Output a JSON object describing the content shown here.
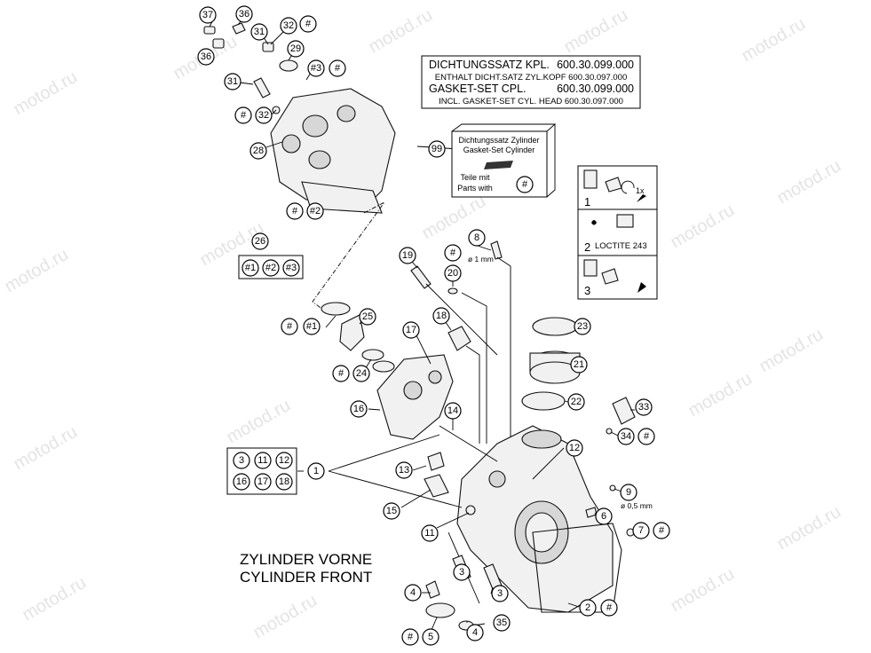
{
  "watermark": "motod.ru",
  "gasket_label": {
    "line1_text": "DICHTUNGSSATZ KPL.",
    "line1_num": "600.30.099.000",
    "line2": "ENTHALT DICHT.SATZ ZYL.KOPF 600.30.097.000",
    "line3_text": "GASKET-SET CPL.",
    "line3_num": "600.30.099.000",
    "line4": "INCL. GASKET-SET CYL. HEAD 600.30.097.000"
  },
  "kit_box": {
    "callout": "99",
    "line1": "Dichtungssatz Zylinder",
    "line2": "Gasket-Set Cylinder",
    "line3": "Teile mit",
    "line4": "Parts with",
    "hash": "#"
  },
  "steps": {
    "s1_num": "1",
    "s1_label": "1x",
    "s2_num": "2",
    "s2_label": "LOCTITE 243",
    "s3_num": "3"
  },
  "title": {
    "line1": "ZYLINDER VORNE",
    "line2": "CYLINDER FRONT"
  },
  "dims": {
    "d8": "ø 1 mm",
    "d9": "ø 0,5 mm"
  },
  "group26": [
    "#1",
    "#2",
    "#3"
  ],
  "group1": [
    "3",
    "11",
    "12",
    "16",
    "17",
    "18"
  ],
  "callouts": {
    "c37": "37",
    "c36a": "36",
    "c36b": "36",
    "c31a": "31",
    "c31b": "31",
    "c32a": "32",
    "c32b": "32",
    "c29": "29",
    "c3h": "#3",
    "c28": "28",
    "c2h": "#2",
    "c26": "26",
    "c1h": "#1",
    "c25": "25",
    "c24": "24",
    "c17": "17",
    "c18": "18",
    "c19": "19",
    "c20": "20",
    "c8": "8",
    "c23": "23",
    "c21": "21",
    "c22": "22",
    "c16": "16",
    "c14": "14",
    "c12": "12",
    "c13": "13",
    "c15": "15",
    "c11": "11",
    "c1": "1",
    "c33": "33",
    "c34": "34",
    "c9": "9",
    "c6": "6",
    "c7": "7",
    "c2": "2",
    "c3a": "3",
    "c3b": "3",
    "c4a": "4",
    "c4b": "4",
    "c35": "35",
    "c5": "5",
    "hash": "#"
  }
}
